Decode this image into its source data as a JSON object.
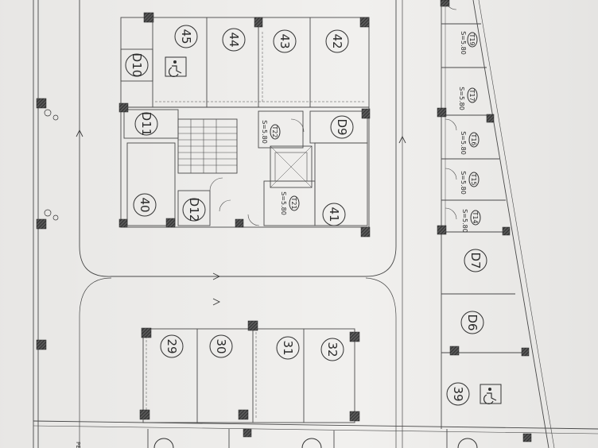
{
  "plan": {
    "parking_spaces": [
      "45",
      "44",
      "43",
      "42",
      "40",
      "41",
      "29",
      "30",
      "31",
      "32",
      "39"
    ],
    "storage_units": [
      "D10",
      "D11",
      "D9",
      "D12",
      "D7",
      "D6"
    ],
    "stalls": [
      "T19",
      "T17",
      "T16",
      "T15",
      "T14"
    ],
    "shafts": [
      "T22",
      "T21"
    ],
    "area_text": "S=5.80",
    "edge_text": "PE",
    "accessible_symbol": "wheelchair-symbol"
  }
}
